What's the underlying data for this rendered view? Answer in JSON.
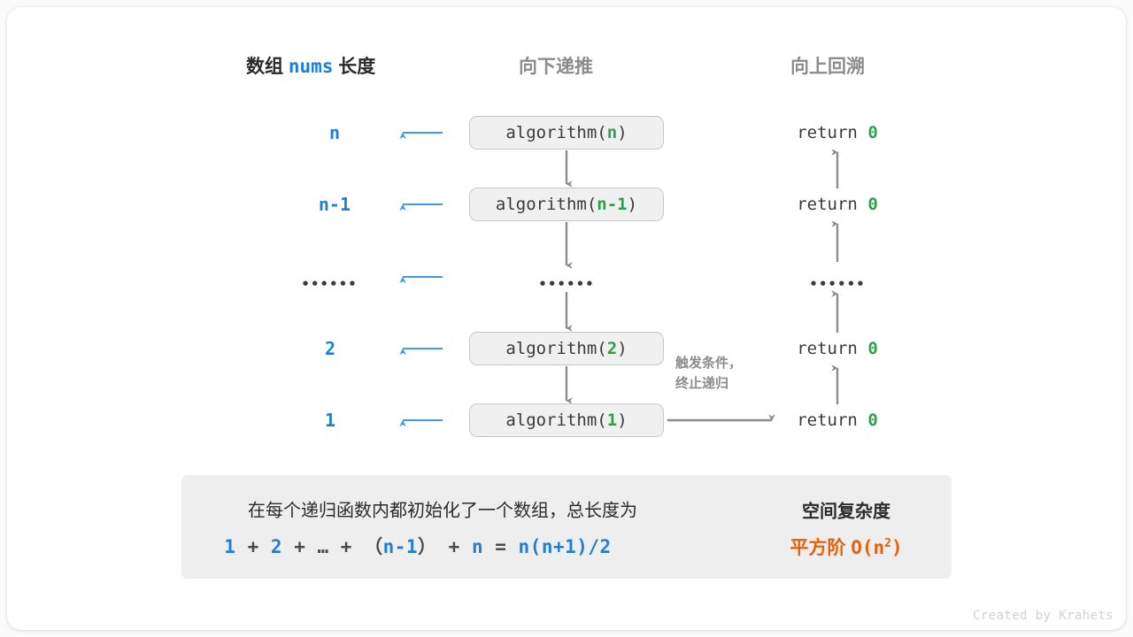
{
  "colors": {
    "blue": "#1f7fd4",
    "green": "#2e9e4f",
    "gray": "#8c8c8c",
    "orange": "#e8610a",
    "box_fill": "#f0f0f0",
    "panel_fill": "#eeeeee",
    "arrow_gray": "#8c8c8c",
    "arrow_blue": "#3d9be9"
  },
  "headers": {
    "left_prefix": "数组",
    "left_mono": "nums",
    "left_suffix": "长度",
    "middle": "向下递推",
    "right": "向上回溯"
  },
  "rows": [
    {
      "length": "n",
      "call_prefix": "algorithm(",
      "call_arg": "n",
      "call_suffix": ")",
      "ret_text": "return ",
      "ret_value": "0"
    },
    {
      "length": "n-1",
      "call_prefix": "algorithm(",
      "call_arg": "n-1",
      "call_suffix": ")",
      "ret_text": "return ",
      "ret_value": "0"
    },
    {
      "length": "••••••",
      "call_prefix": "••••••",
      "call_arg": "",
      "call_suffix": "",
      "ret_text": "••••••",
      "ret_value": ""
    },
    {
      "length": "2",
      "call_prefix": "algorithm(",
      "call_arg": "2",
      "call_suffix": ")",
      "ret_text": "return ",
      "ret_value": "0"
    },
    {
      "length": "1",
      "call_prefix": "algorithm(",
      "call_arg": "1",
      "call_suffix": ")",
      "ret_text": "return ",
      "ret_value": "0"
    }
  ],
  "note": {
    "line1": "触发条件，",
    "line2": "终止递归"
  },
  "summary": {
    "description": "在每个递归函数内都初始化了一个数组，总长度为",
    "formula_parts": [
      {
        "t": "1",
        "blue": true
      },
      {
        "t": " + ",
        "blue": false
      },
      {
        "t": "2",
        "blue": true
      },
      {
        "t": " + ",
        "blue": false
      },
      {
        "t": "…",
        "blue": false
      },
      {
        "t": " + ",
        "blue": false
      },
      {
        "t": "（",
        "blue": false
      },
      {
        "t": "n-1",
        "blue": true
      },
      {
        "t": "）",
        "blue": false
      },
      {
        "t": " + ",
        "blue": false
      },
      {
        "t": "n",
        "blue": true
      },
      {
        "t": " = ",
        "blue": false
      },
      {
        "t": "n(n+1)/2",
        "blue": true
      }
    ],
    "title": "空间复杂度",
    "value_cn": "平方阶",
    "value_big_o": "O(n",
    "value_exp": "2",
    "value_close": ")"
  },
  "credit": "Created by Krahets"
}
